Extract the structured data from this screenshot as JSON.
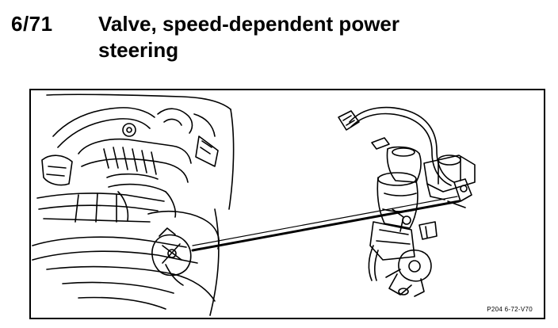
{
  "page": {
    "ref_number": "6/71",
    "title": "Valve, speed-dependent power steering"
  },
  "figure": {
    "code": "P204 6-72-V70"
  }
}
